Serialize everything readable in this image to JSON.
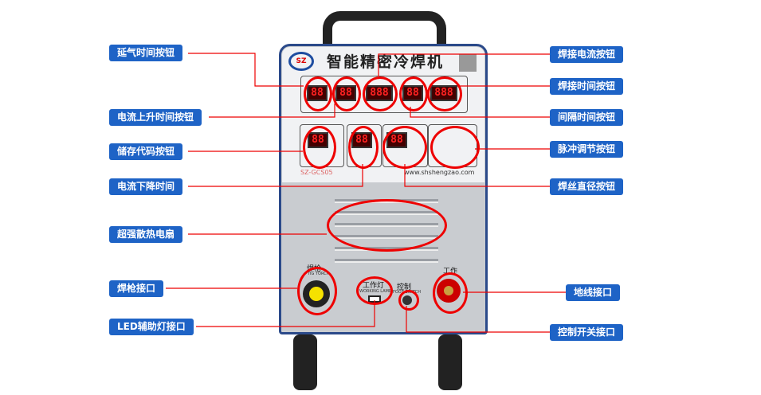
{
  "machine": {
    "title": "智能精密冷焊机",
    "model": "SZ-GCS05",
    "website": "www.shshengzao.com",
    "logo": "SZ",
    "torch_label": "焊枪",
    "torch_label_en": "TIG TORCH",
    "lamp_label": "工作灯",
    "lamp_label_en": "WORKING LAMP",
    "switch_label": "控制",
    "switch_label_en": "FOOT SWITCH",
    "work_label": "工作",
    "displays": [
      "88",
      "88",
      "888",
      "88",
      "888",
      "88",
      "88",
      "88"
    ]
  },
  "left_labels": [
    "延气时间按钮",
    "电流上升时间按钮",
    "储存代码按钮",
    "电流下降时间",
    "超强散热电扇",
    "焊枪接口",
    "LED辅助灯接口"
  ],
  "right_labels": [
    "焊接电流按钮",
    "焊接时间按钮",
    "间隔时间按钮",
    "脉冲调节按钮",
    "焊丝直径按钮",
    "地线接口",
    "控制开关接口"
  ],
  "colors": {
    "label_bg": "#1e63c6",
    "callout": "#e00000"
  }
}
